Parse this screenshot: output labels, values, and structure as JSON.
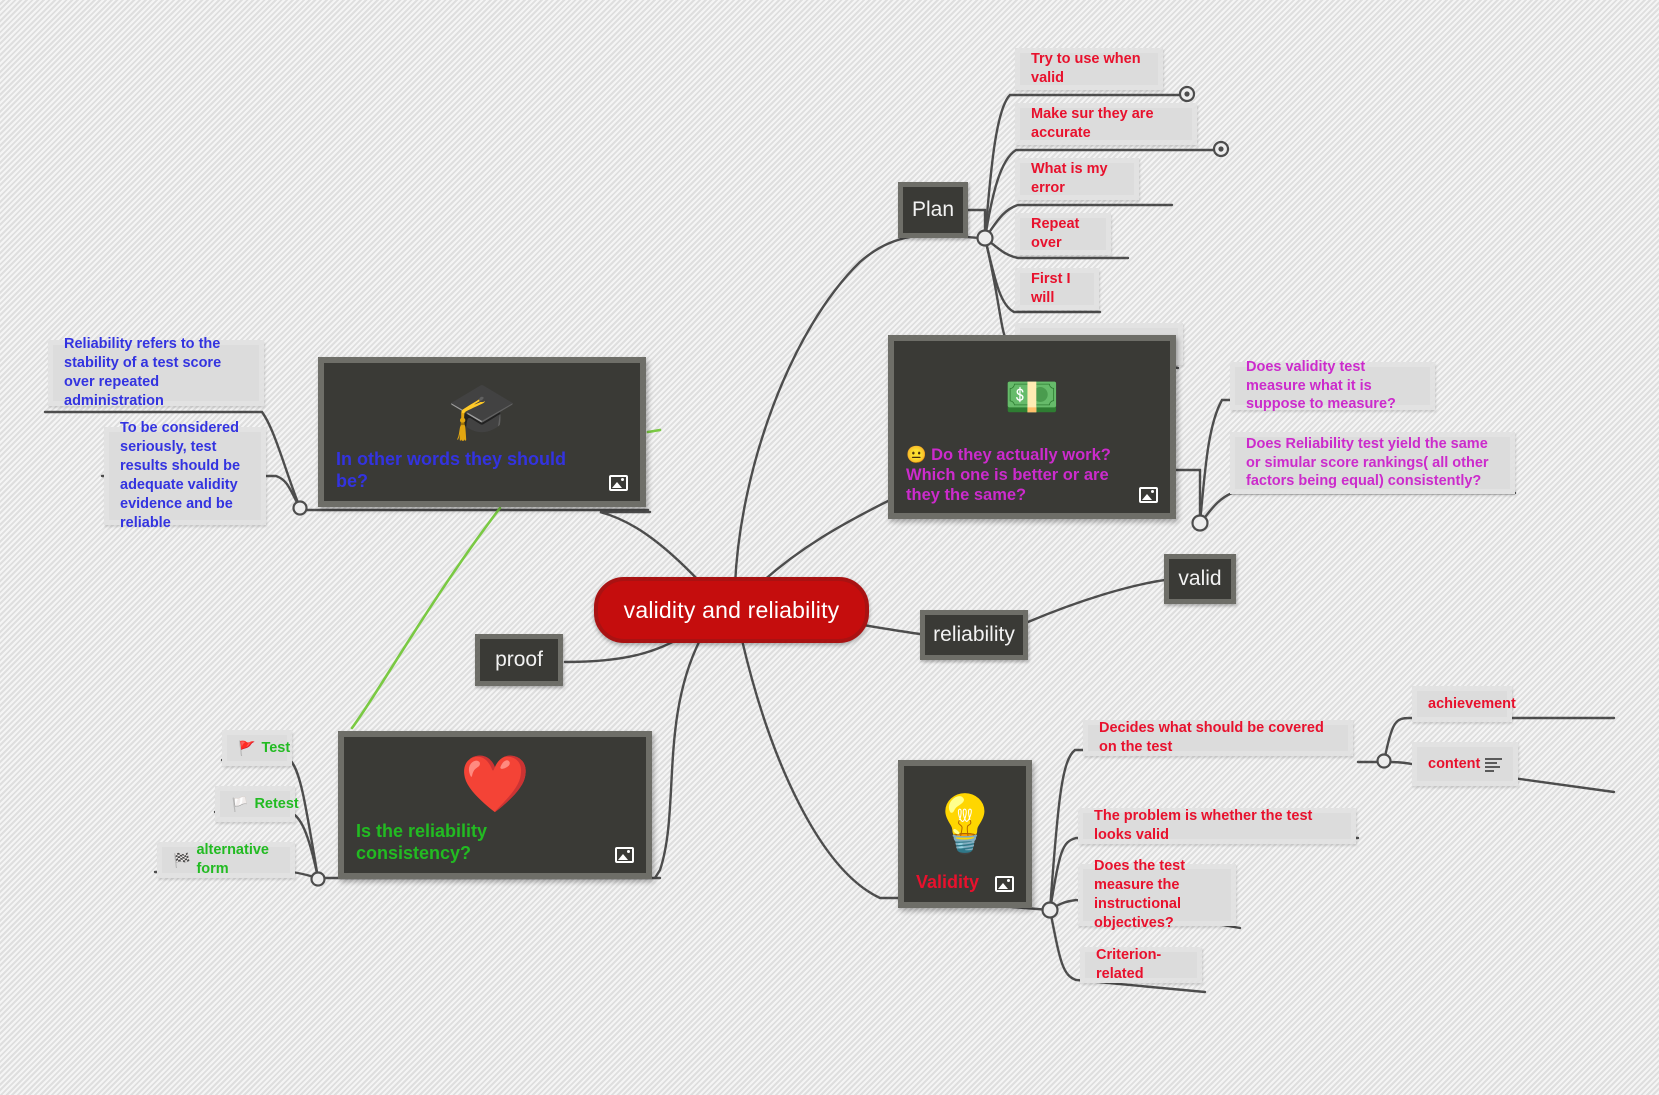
{
  "app": {
    "background": "#e8e8e8",
    "accent": "#c50d0d"
  },
  "central": {
    "label": "validity and reliability"
  },
  "colors": {
    "red": "#e8112d",
    "magenta": "#cc2bcc",
    "blue": "#3333e0",
    "green": "#22bb22",
    "dark_node": "#3a3a36",
    "node_border": "#6e6e68",
    "green_link": "#7ac943"
  },
  "nodes": {
    "plan": {
      "label": "Plan"
    },
    "proof": {
      "label": "proof"
    },
    "reliability": {
      "label": "reliability"
    },
    "valid": {
      "label": "valid"
    }
  },
  "plan_children": [
    {
      "label": "Try to use when valid"
    },
    {
      "label": "Make sur they are accurate"
    },
    {
      "label": "What is my error"
    },
    {
      "label": "Repeat over"
    },
    {
      "label": "First I will"
    }
  ],
  "money_node": {
    "art_icon": "dollar-banknote-emoji",
    "art_glyph": "💵",
    "emoji": "😐",
    "caption": "Do they actually work? Which one is better or are they the same?",
    "image_badge": "image-icon"
  },
  "money_children": [
    {
      "label": "Does validity test measure what it is suppose to measure?"
    },
    {
      "label": "Does Reliability test yield the same or simular score rankings( all other factors being equal) consistently?"
    }
  ],
  "graduation_node": {
    "art_icon": "graduation-cap-emoji",
    "art_glyph": "🎓",
    "caption": "In other words they should be?",
    "image_badge": "image-icon"
  },
  "graduation_children": [
    {
      "label": "Reliability refers to the stability of a test score over repeated administration"
    },
    {
      "label": "To be considered seriously, test results should be adequate validity evidence and be reliable"
    }
  ],
  "heart_node": {
    "art_icon": "heart-emoji",
    "art_glyph": "❤️",
    "caption": "Is the reliability consistency?",
    "image_badge": "image-icon"
  },
  "heart_children": [
    {
      "label": "Test",
      "flag_icon": "red-flag",
      "flag": "🚩"
    },
    {
      "label": "Retest",
      "flag_icon": "yellow-flag",
      "flag": "🏳️"
    },
    {
      "label": "alternative form",
      "flag_icon": "blue-flag",
      "flag": "🏁"
    }
  ],
  "validity_node": {
    "art_icon": "light-bulb-emoji",
    "art_glyph": "💡",
    "caption": "Validity",
    "image_badge": "image-icon"
  },
  "validity_children": [
    {
      "label": "Decides what should be covered on the test"
    },
    {
      "label": "The problem is whether the test looks valid"
    },
    {
      "label": "Does the test measure the instructional objectives?"
    },
    {
      "label": "Criterion-related"
    }
  ],
  "criterion_children": [
    {
      "label": "achievement",
      "note": false
    },
    {
      "label": "content",
      "note": true,
      "note_icon": "note-lines-icon"
    }
  ]
}
